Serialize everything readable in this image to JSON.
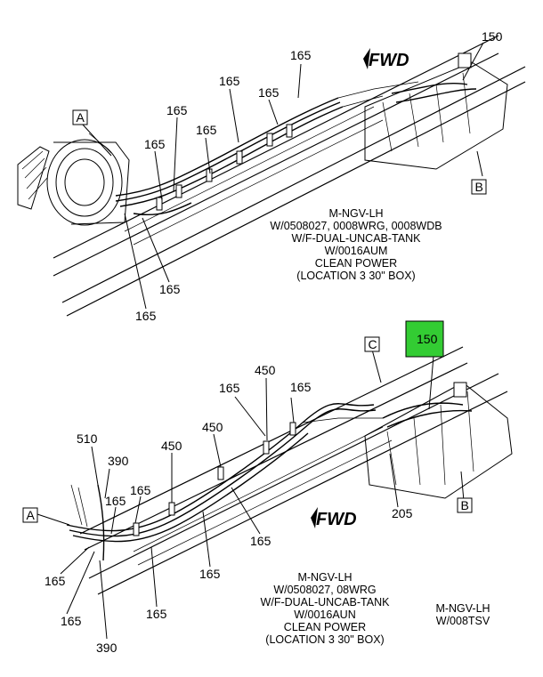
{
  "top_view": {
    "fwd_label": "FWD",
    "callouts": {
      "a": "A",
      "b": "B",
      "p150": "150",
      "p165_1": "165",
      "p165_2": "165",
      "p165_3": "165",
      "p165_4": "165",
      "p165_5": "165",
      "p165_6": "165",
      "p165_7": "165",
      "p165_8": "165"
    },
    "caption": [
      "M-NGV-LH",
      "W/0508027, 0008WRG, 0008WDB",
      "W/F-DUAL-UNCAB-TANK",
      "W/0016AUM",
      "CLEAN POWER",
      "(LOCATION 3 30\" BOX)"
    ]
  },
  "bottom_view": {
    "fwd_label": "FWD",
    "callouts": {
      "a": "A",
      "b": "B",
      "c": "C",
      "p150": "150",
      "p165_1": "165",
      "p165_2": "165",
      "p165_3": "165",
      "p165_4": "165",
      "p165_5": "165",
      "p165_6": "165",
      "p165_7": "165",
      "p165_8": "165",
      "p205": "205",
      "p390_1": "390",
      "p390_2": "390",
      "p450_1": "450",
      "p450_2": "450",
      "p450_3": "450",
      "p510": "510"
    },
    "caption": [
      "M-NGV-LH",
      "W/0508027, 08WRG",
      "W/F-DUAL-UNCAB-TANK",
      "W/0016AUN",
      "CLEAN POWER",
      "(LOCATION 3 30\" BOX)"
    ],
    "side_caption": [
      "M-NGV-LH",
      "W/008TSV"
    ],
    "highlight_color": "#33cc33"
  }
}
